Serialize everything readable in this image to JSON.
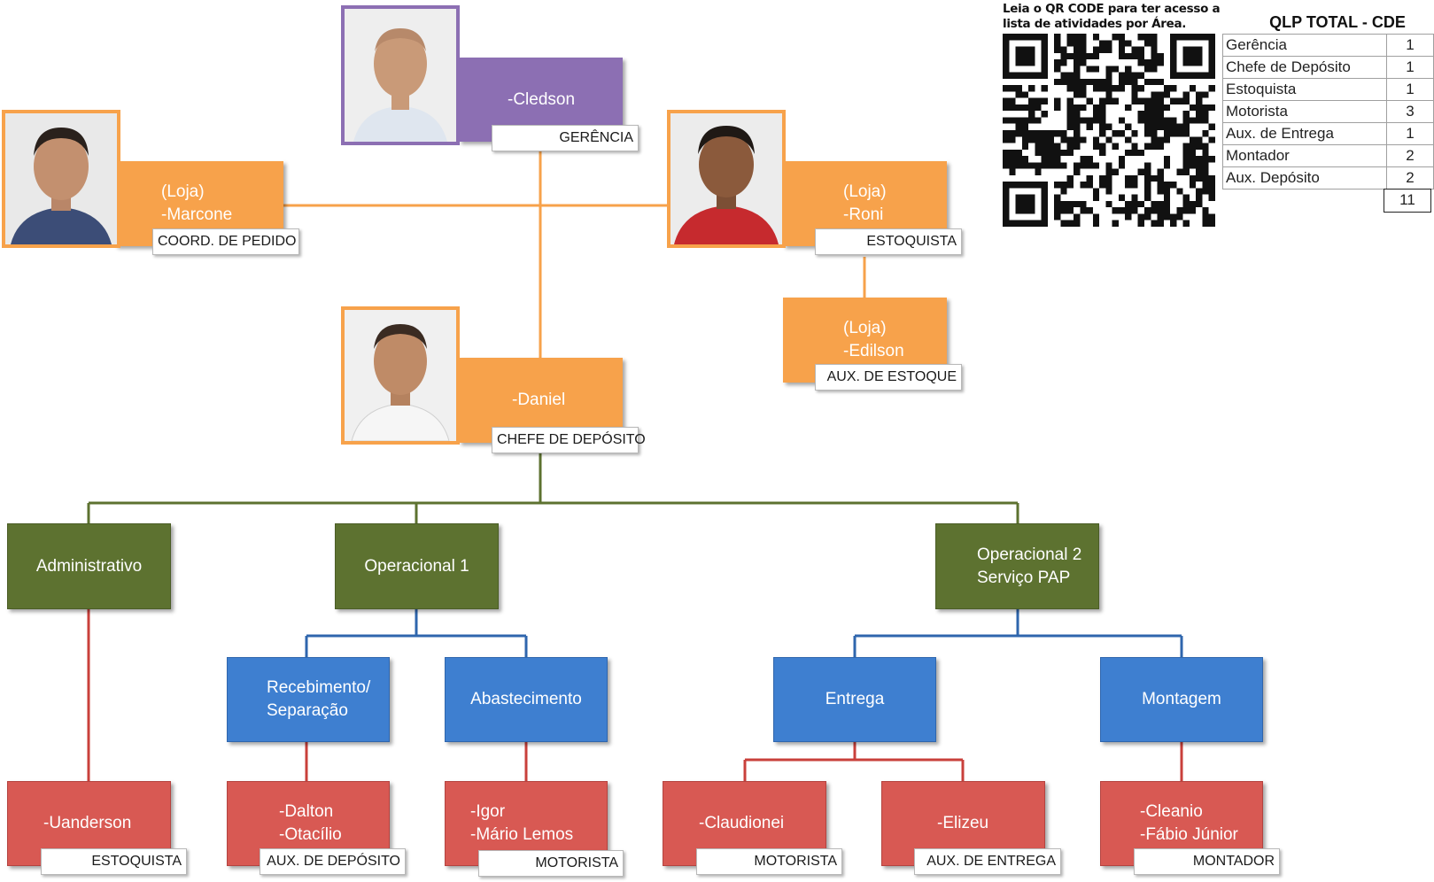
{
  "leaders": {
    "manager": {
      "name": "-Cledson",
      "role": "GERÊNCIA"
    },
    "coord": {
      "store": "(Loja)",
      "name": "-Marcone",
      "role": "COORD. DE PEDIDO"
    },
    "stock": {
      "store": "(Loja)",
      "name": "-Roni",
      "role": "ESTOQUISTA"
    },
    "stock_aux": {
      "store": "(Loja)",
      "name": "-Edilson",
      "role": "AUX. DE ESTOQUE"
    },
    "chief": {
      "name": "-Daniel",
      "role": "CHEFE DE DEPÓSITO"
    }
  },
  "areas": {
    "admin": "Administrativo",
    "op1": "Operacional 1",
    "op2_line1": "Operacional 2",
    "op2_line2": "Serviço PAP"
  },
  "subareas": {
    "receiving_line1": "Recebimento/",
    "receiving_line2": "Separação",
    "supply": "Abastecimento",
    "delivery": "Entrega",
    "assembly": "Montagem"
  },
  "staff": {
    "uanderson": {
      "name": "-Uanderson",
      "role": "ESTOQUISTA"
    },
    "receiving": {
      "name1": "-Dalton",
      "name2": "-Otacílio",
      "role": "AUX. DE DEPÓSITO"
    },
    "supply": {
      "name1": "-Igor",
      "name2": "-Mário Lemos",
      "role": "MOTORISTA"
    },
    "claudionei": {
      "name": "-Claudionei",
      "role": "MOTORISTA"
    },
    "elizeu": {
      "name": "-Elizeu",
      "role": "AUX. DE ENTREGA"
    },
    "assembly": {
      "name1": "-Cleanio",
      "name2": "-Fábio Júnior",
      "role": "MONTADOR"
    }
  },
  "qr": {
    "note_line1": "Leia o QR CODE para ter acesso a",
    "note_line2": "lista de atividades por Área."
  },
  "qlp": {
    "title": "QLP TOTAL - CDE",
    "rows": [
      {
        "role": "Gerência",
        "count": "1"
      },
      {
        "role": "Chefe de Depósito",
        "count": "1"
      },
      {
        "role": "Estoquista",
        "count": "1"
      },
      {
        "role": "Motorista",
        "count": "3"
      },
      {
        "role": "Aux. de Entrega",
        "count": "1"
      },
      {
        "role": "Montador",
        "count": "2"
      },
      {
        "role": "Aux. Depósito",
        "count": "2"
      }
    ],
    "total": "11"
  },
  "colors": {
    "orange": "#f7a24b",
    "purple": "#8c6fb3",
    "green": "#5d7230",
    "blue": "#3e7fd0",
    "red": "#d85953"
  }
}
